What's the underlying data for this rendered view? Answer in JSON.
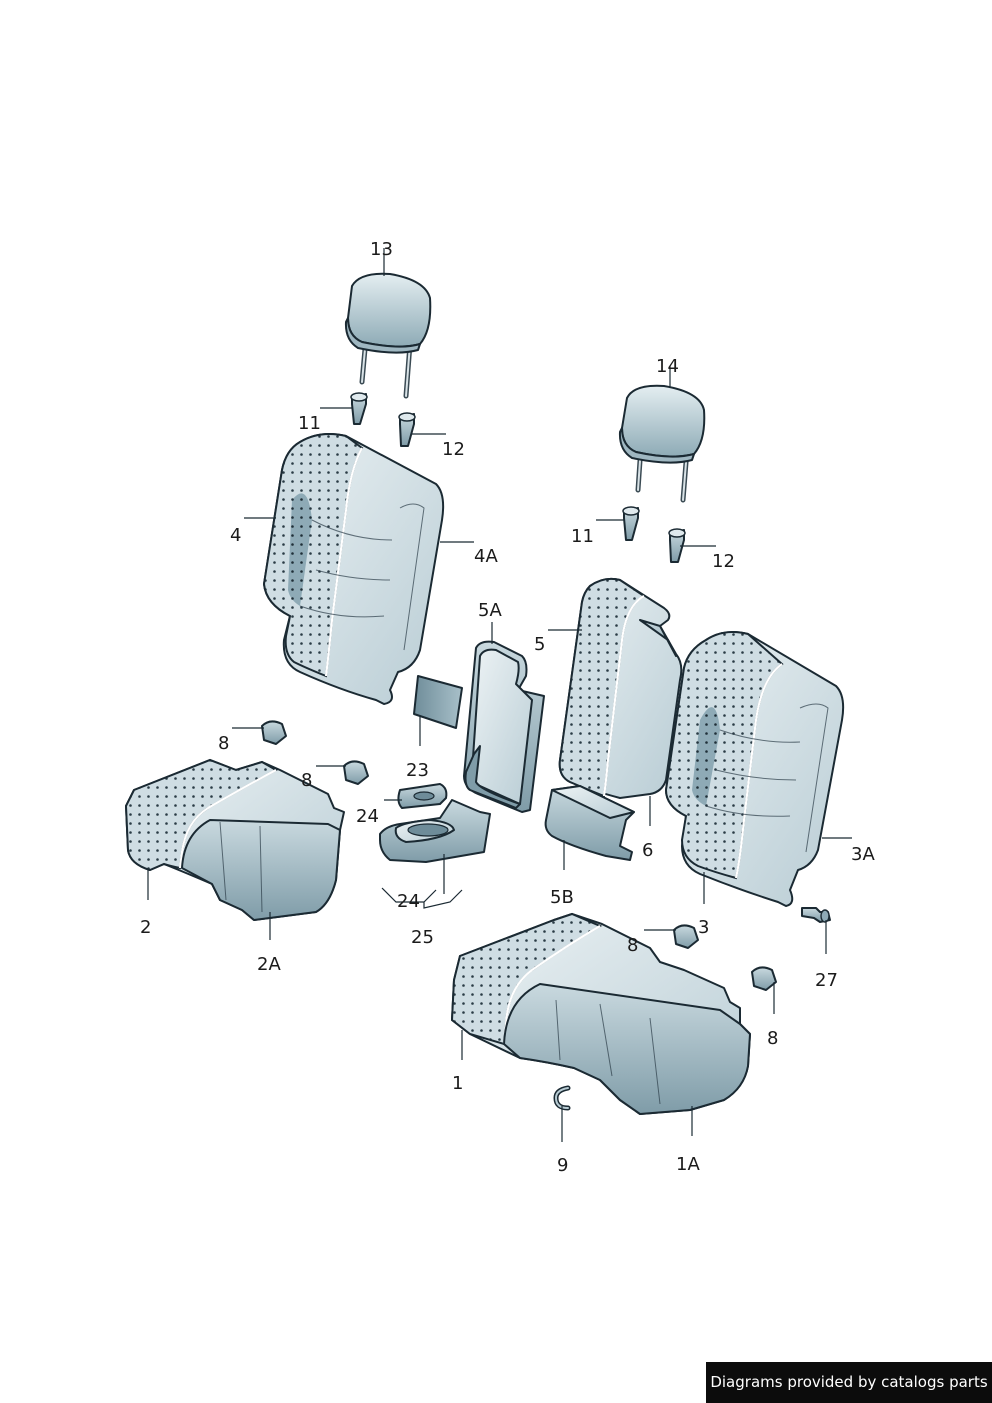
{
  "callouts": {
    "c13": "13",
    "c14": "14",
    "c11a": "11",
    "c12a": "12",
    "c11b": "11",
    "c12b": "12",
    "c4": "4",
    "c4a": "4A",
    "c5a": "5A",
    "c5": "5",
    "c6": "6",
    "c3a": "3A",
    "c3": "3",
    "c23": "23",
    "c24a": "24",
    "c24b": "24",
    "c25": "25",
    "c5b": "5B",
    "c8a": "8",
    "c8b": "8",
    "c8c": "8",
    "c8d": "8",
    "c2": "2",
    "c2a": "2A",
    "c27": "27",
    "c1": "1",
    "c1a": "1A",
    "c9": "9"
  },
  "credit": "Diagrams provided by catalogs parts",
  "colors": {
    "fabric_light": "#dde8ec",
    "fabric_mid": "#a9bfc8",
    "fabric_dark": "#6e8c99",
    "outline": "#1b2a33",
    "dots": "#2a3b45"
  }
}
